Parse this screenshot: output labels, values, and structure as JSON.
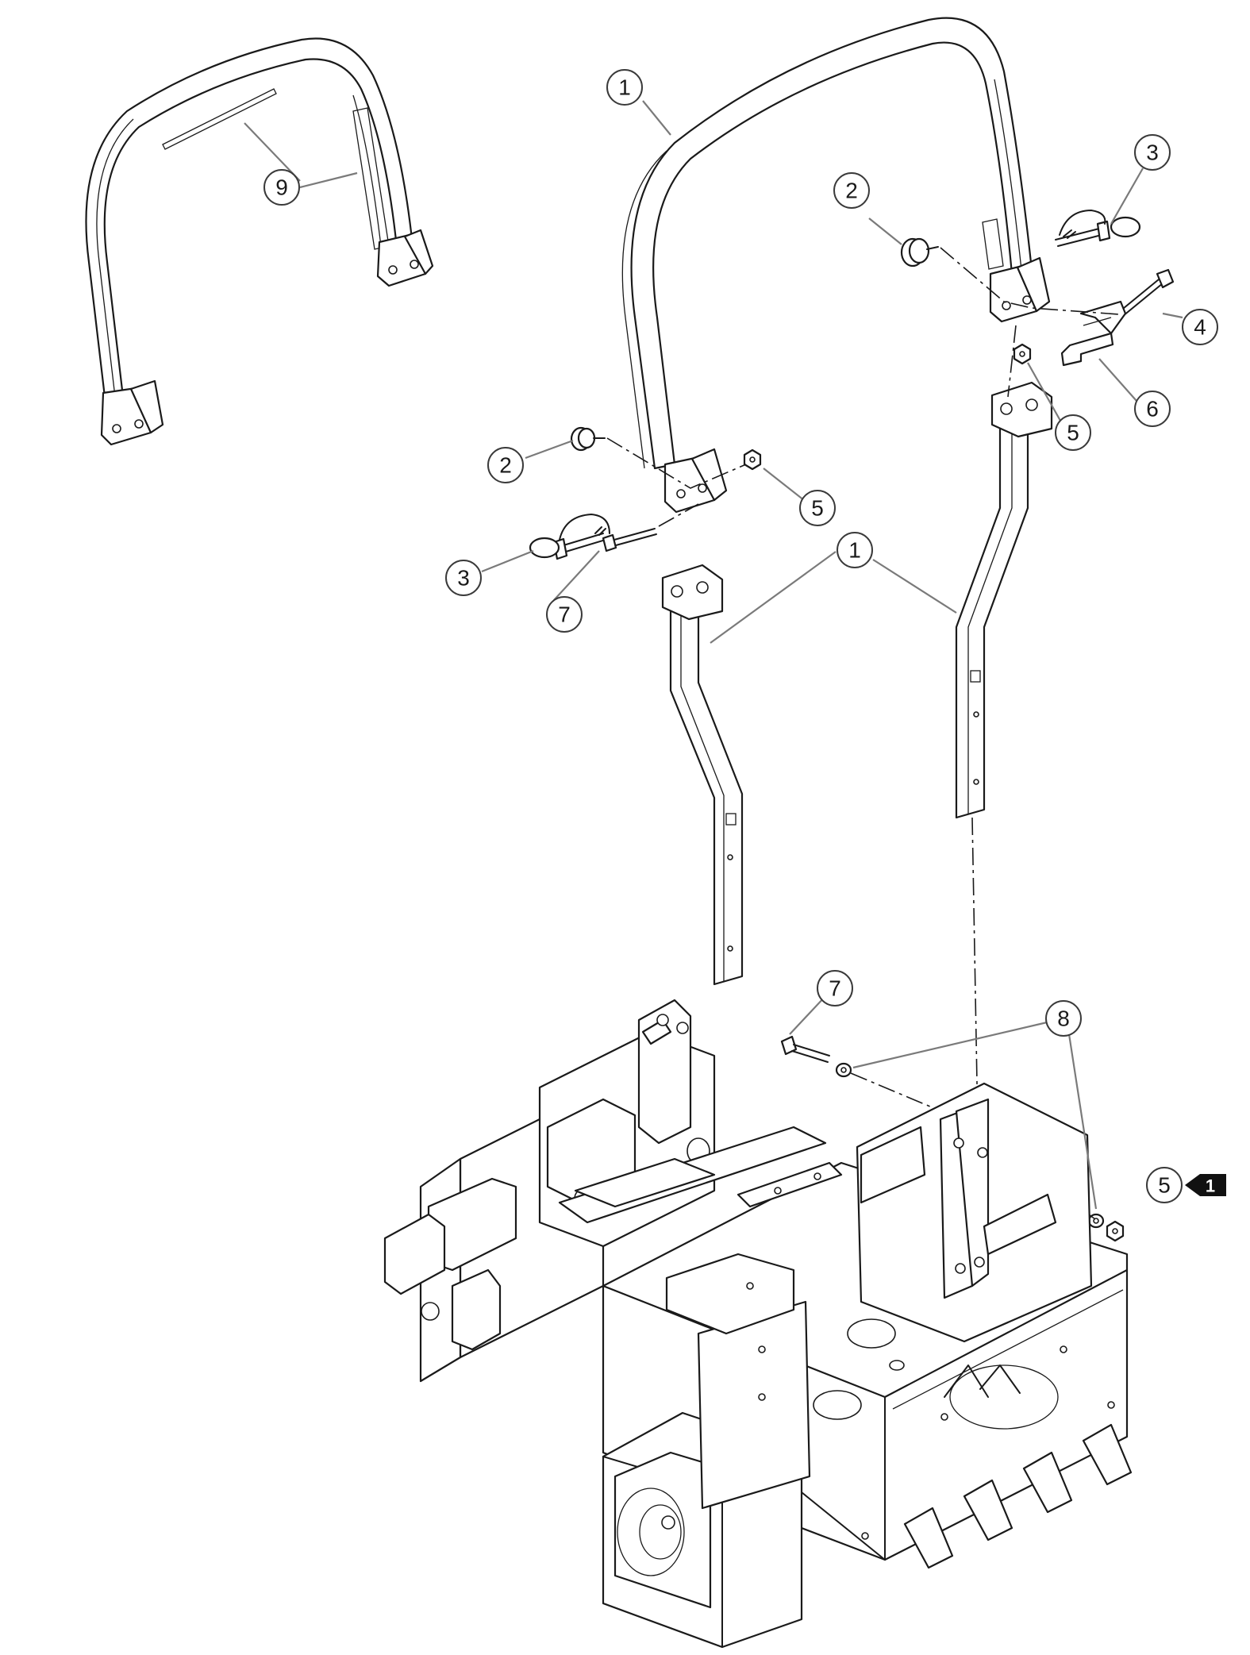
{
  "diagram": {
    "colors": {
      "line": "#1a1a1a",
      "leader": "#7a7a7a",
      "flag": "#111111"
    },
    "callouts": [
      {
        "id": "c1-top",
        "label": "1"
      },
      {
        "id": "c1-mid",
        "label": "1"
      },
      {
        "id": "c2-right",
        "label": "2"
      },
      {
        "id": "c2-left",
        "label": "2"
      },
      {
        "id": "c3-right",
        "label": "3"
      },
      {
        "id": "c3-left",
        "label": "3"
      },
      {
        "id": "c4",
        "label": "4"
      },
      {
        "id": "c5-nut-right",
        "label": "5"
      },
      {
        "id": "c5-nut-left",
        "label": "5"
      },
      {
        "id": "c5-frame",
        "label": "5"
      },
      {
        "id": "c6",
        "label": "6"
      },
      {
        "id": "c7-left",
        "label": "7"
      },
      {
        "id": "c7-frame",
        "label": "7"
      },
      {
        "id": "c8",
        "label": "8"
      },
      {
        "id": "c9",
        "label": "9"
      }
    ],
    "note_flag": {
      "label": "1"
    }
  }
}
